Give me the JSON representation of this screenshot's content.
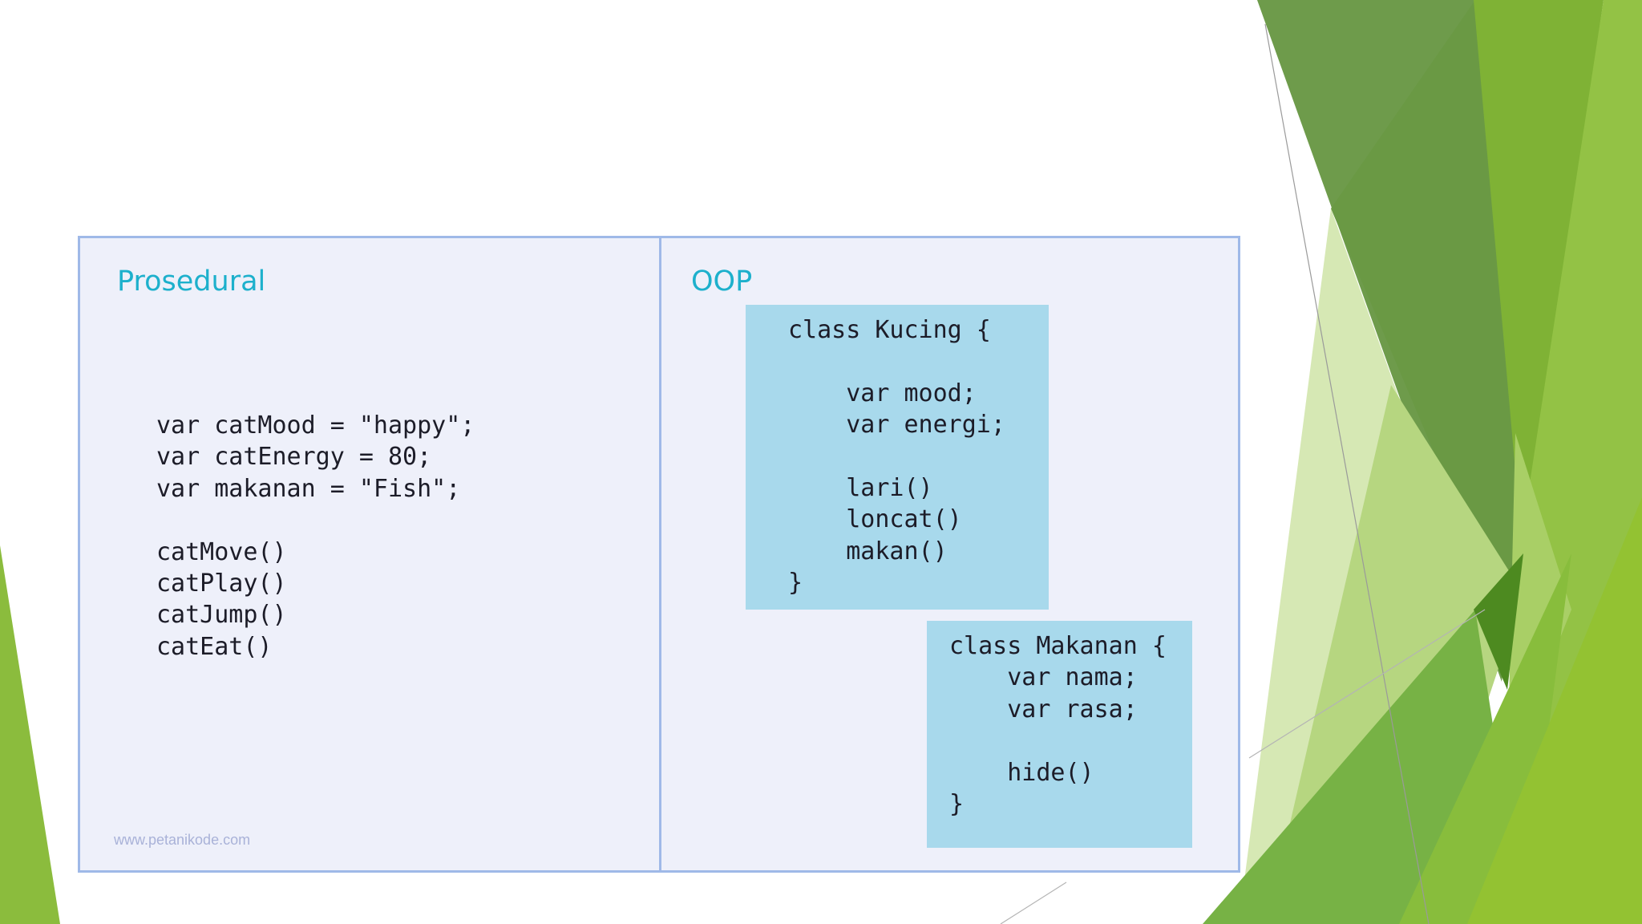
{
  "slide": {
    "accent_colors": [
      "#6e9b4b",
      "#7cb342",
      "#8bc34a",
      "#a5cc62",
      "#d6e8b4"
    ],
    "decoration": "green-triangle-shapes"
  },
  "figure": {
    "procedural": {
      "heading": "Prosedural",
      "code": "var catMood = \"happy\";\nvar catEnergy = 80;\nvar makanan = \"Fish\";\n\ncatMove()\ncatPlay()\ncatJump()\ncatEat()"
    },
    "oop": {
      "heading": "OOP",
      "kucing_code": "class Kucing {\n\n    var mood;\n    var energi;\n\n    lari()\n    loncat()\n    makan()\n}",
      "makanan_code": "class Makanan {\n    var nama;\n    var rasa;\n\n    hide()\n}"
    },
    "watermark": "www.petanikode.com",
    "colors": {
      "heading": "#1db0cc",
      "code_box": "#a8d9ec",
      "panel_bg": "#eef0fa",
      "border": "#9fb9e8"
    }
  }
}
